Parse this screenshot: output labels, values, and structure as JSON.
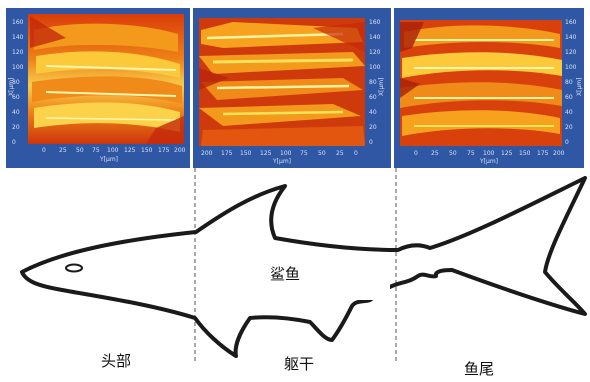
{
  "panels": {
    "head": {
      "x_axis_title": "Y[μm]",
      "y_axis_title": "X[μm]",
      "x_ticks": [
        "0",
        "25",
        "50",
        "75",
        "100",
        "125",
        "150",
        "175",
        "200"
      ],
      "y_ticks": [
        "0",
        "20",
        "40",
        "60",
        "80",
        "100",
        "120",
        "140",
        "160"
      ]
    },
    "body": {
      "x_axis_title": "Y[μm]",
      "y_axis_title": "X[μm]",
      "x_ticks": [
        "200",
        "175",
        "150",
        "125",
        "100",
        "75",
        "50",
        "25",
        "0"
      ],
      "y_ticks": [
        "0",
        "20",
        "40",
        "60",
        "80",
        "100",
        "120",
        "140",
        "160"
      ]
    },
    "tail": {
      "x_axis_title": "Y[μm]",
      "y_axis_title": "X[μm]",
      "x_ticks": [
        "0",
        "25",
        "50",
        "75",
        "100",
        "125",
        "150",
        "175",
        "200"
      ],
      "y_ticks": [
        "0",
        "20",
        "40",
        "60",
        "80",
        "100",
        "120",
        "140",
        "160"
      ]
    }
  },
  "labels": {
    "head": "头部",
    "body": "躯干",
    "tail": "鱼尾",
    "shark": "鲨鱼"
  },
  "colors": {
    "panel_bg": "#2f57a4",
    "scale_base": "#d8380a",
    "scale_mid": "#f08a18",
    "scale_highlight": "#fde25a",
    "outline": "#1a1a1a",
    "divider": "#555555"
  }
}
